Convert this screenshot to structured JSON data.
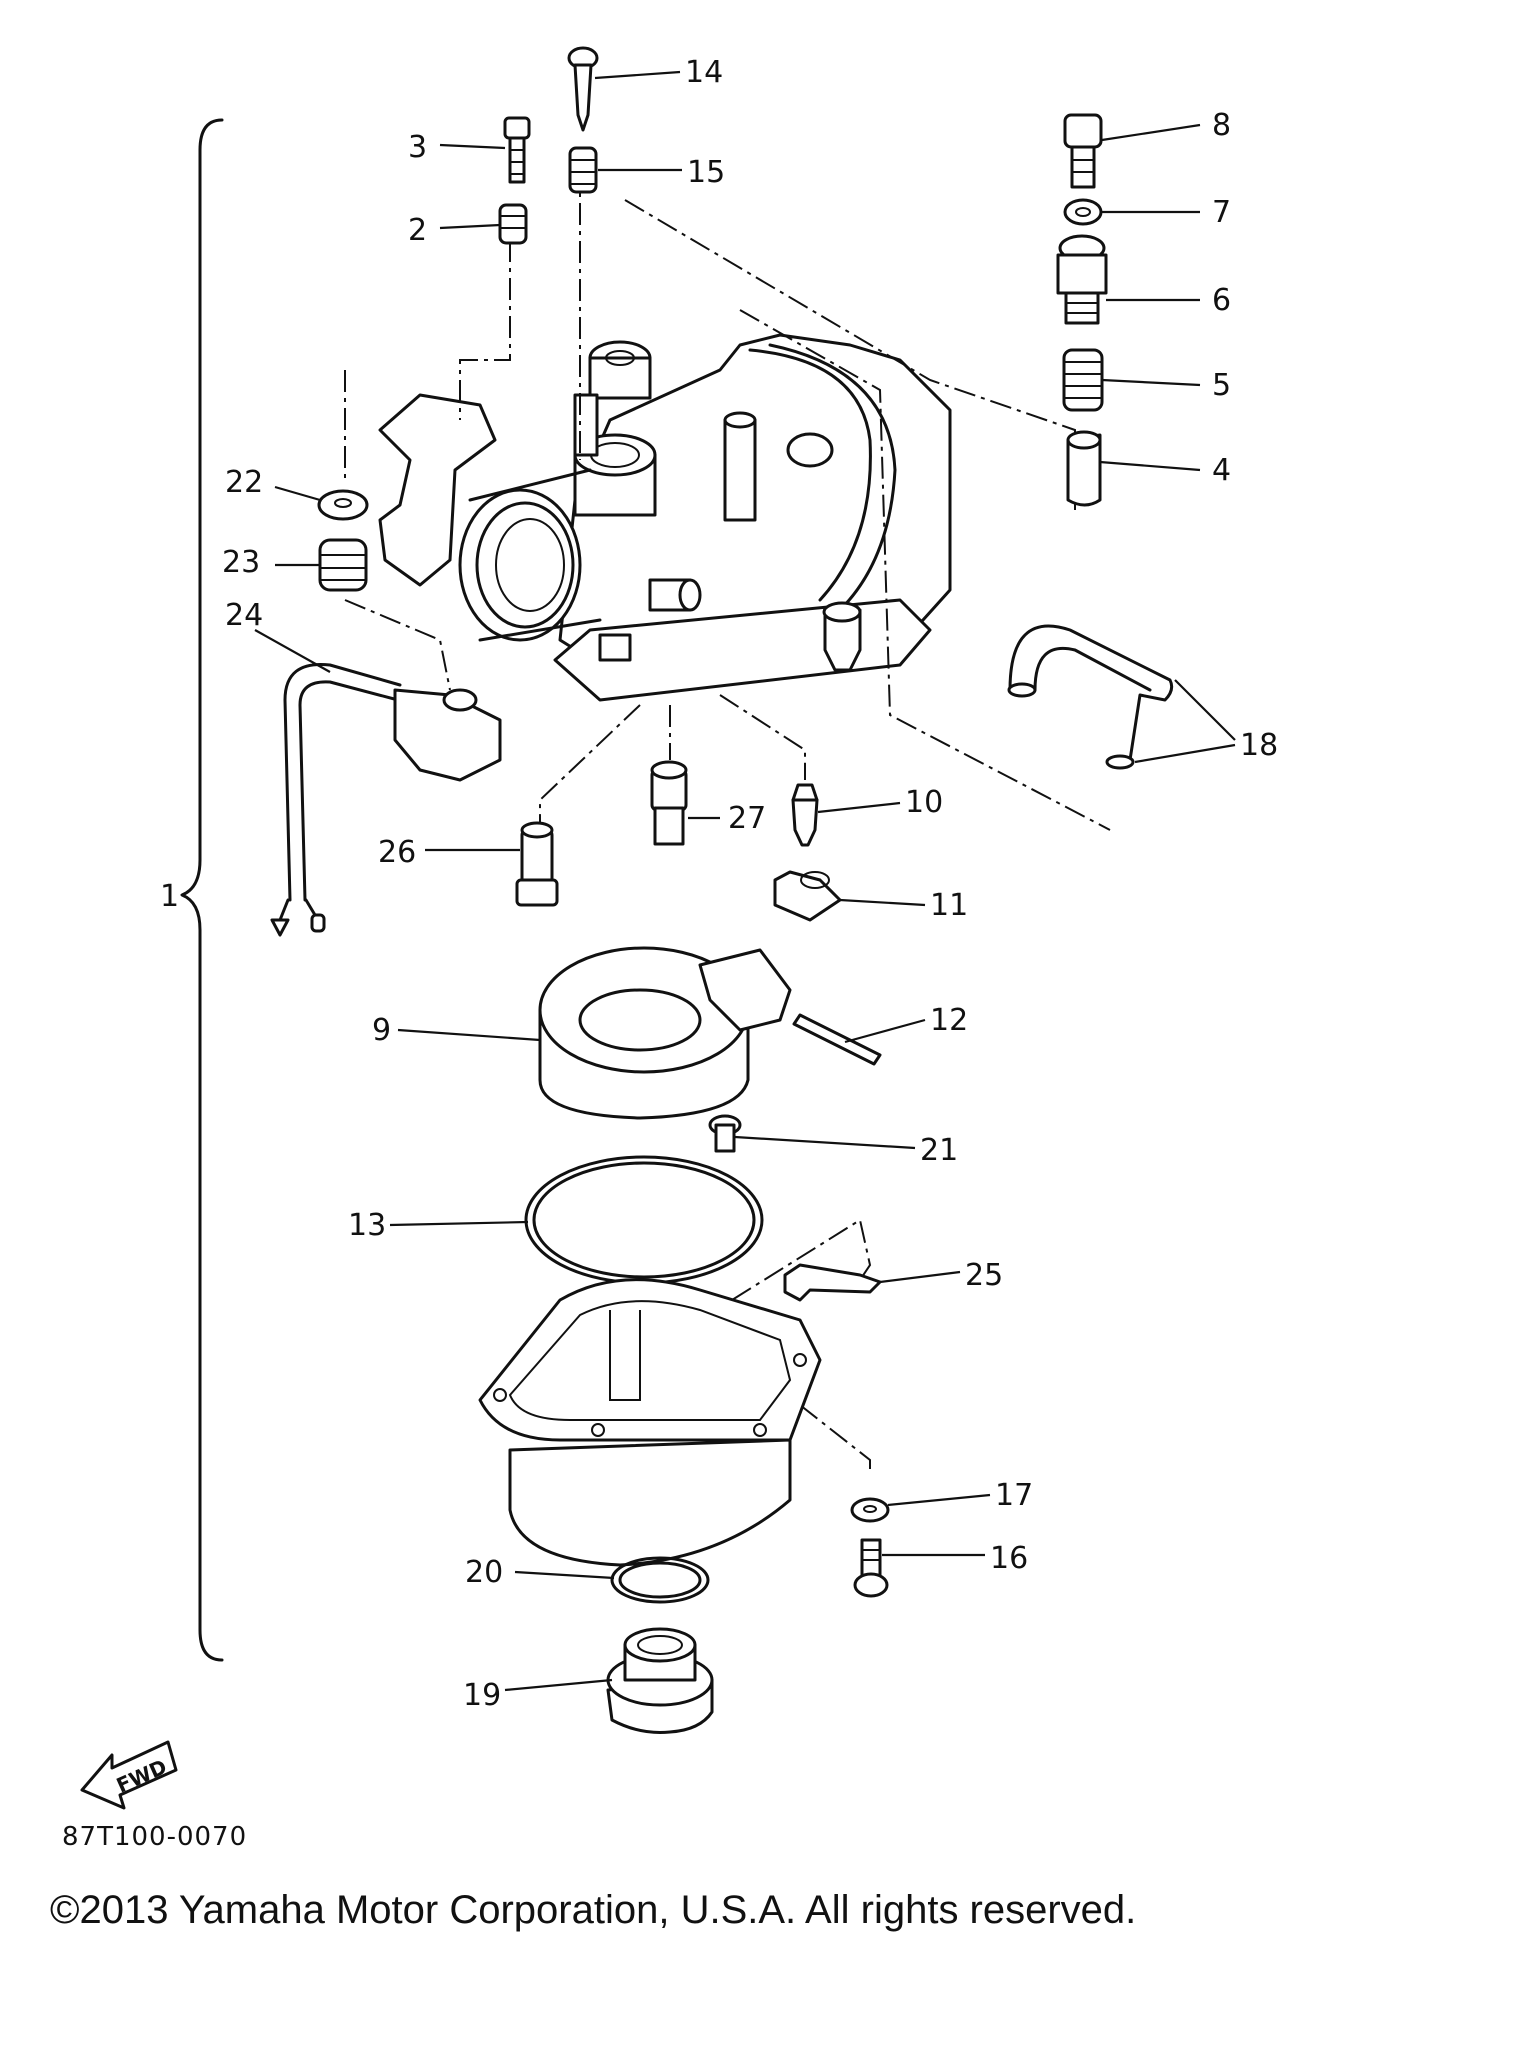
{
  "diagram": {
    "assembly_label": "1",
    "callouts": [
      {
        "id": "1",
        "label": "1"
      },
      {
        "id": "2",
        "label": "2"
      },
      {
        "id": "3",
        "label": "3"
      },
      {
        "id": "4",
        "label": "4"
      },
      {
        "id": "5",
        "label": "5"
      },
      {
        "id": "6",
        "label": "6"
      },
      {
        "id": "7",
        "label": "7"
      },
      {
        "id": "8",
        "label": "8"
      },
      {
        "id": "9",
        "label": "9"
      },
      {
        "id": "10",
        "label": "10"
      },
      {
        "id": "11",
        "label": "11"
      },
      {
        "id": "12",
        "label": "12"
      },
      {
        "id": "13",
        "label": "13"
      },
      {
        "id": "14",
        "label": "14"
      },
      {
        "id": "15",
        "label": "15"
      },
      {
        "id": "16",
        "label": "16"
      },
      {
        "id": "17",
        "label": "17"
      },
      {
        "id": "18",
        "label": "18"
      },
      {
        "id": "19",
        "label": "19"
      },
      {
        "id": "20",
        "label": "20"
      },
      {
        "id": "21",
        "label": "21"
      },
      {
        "id": "22",
        "label": "22"
      },
      {
        "id": "23",
        "label": "23"
      },
      {
        "id": "24",
        "label": "24"
      },
      {
        "id": "25",
        "label": "25"
      },
      {
        "id": "26",
        "label": "26"
      },
      {
        "id": "27",
        "label": "27"
      }
    ],
    "fwd_label": "FWD",
    "drawing_code": "87T100-0070"
  },
  "footer": {
    "copyright": "©2013 Yamaha Motor Corporation, U.S.A. All rights reserved."
  }
}
